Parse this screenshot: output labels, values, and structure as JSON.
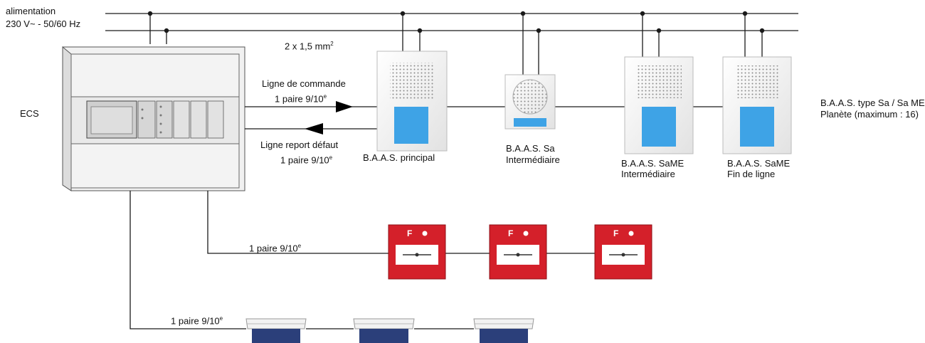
{
  "supply": {
    "line1": "alimentation",
    "line2": "230 V~ - 50/60 Hz"
  },
  "cable_label": {
    "text": "2 x 1,5 mm",
    "exp": "2"
  },
  "ecs_label": "ECS",
  "command_line": {
    "line1": "Ligne de commande",
    "line2": "1 paire 9/10",
    "exp": "e"
  },
  "fault_line": {
    "line1": "Ligne report défaut",
    "line2": "1 paire 9/10",
    "exp": "e"
  },
  "units": [
    {
      "line1": "B.A.A.S.  principal",
      "line2": ""
    },
    {
      "line1": "B.A.A.S. Sa",
      "line2": "Intermédiaire"
    },
    {
      "line1": "B.A.A.S. SaME",
      "line2": "Intermédiaire"
    },
    {
      "line1": "B.A.A.S. SaME",
      "line2": "Fin de ligne"
    }
  ],
  "type_note": {
    "line1": "B.A.A.S. type Sa / Sa ME",
    "line2": "Planète (maximum : 16)"
  },
  "call_point_line": {
    "text": "1 paire 9/10",
    "exp": "e"
  },
  "detector_line": {
    "text": "1 paire 9/10",
    "exp": "e"
  },
  "call_point_letter": "F",
  "colors": {
    "wire": "#1a1a1a",
    "red": "#d4202a",
    "blue": "#3ea3e6",
    "grey": "#e8e8e8"
  }
}
